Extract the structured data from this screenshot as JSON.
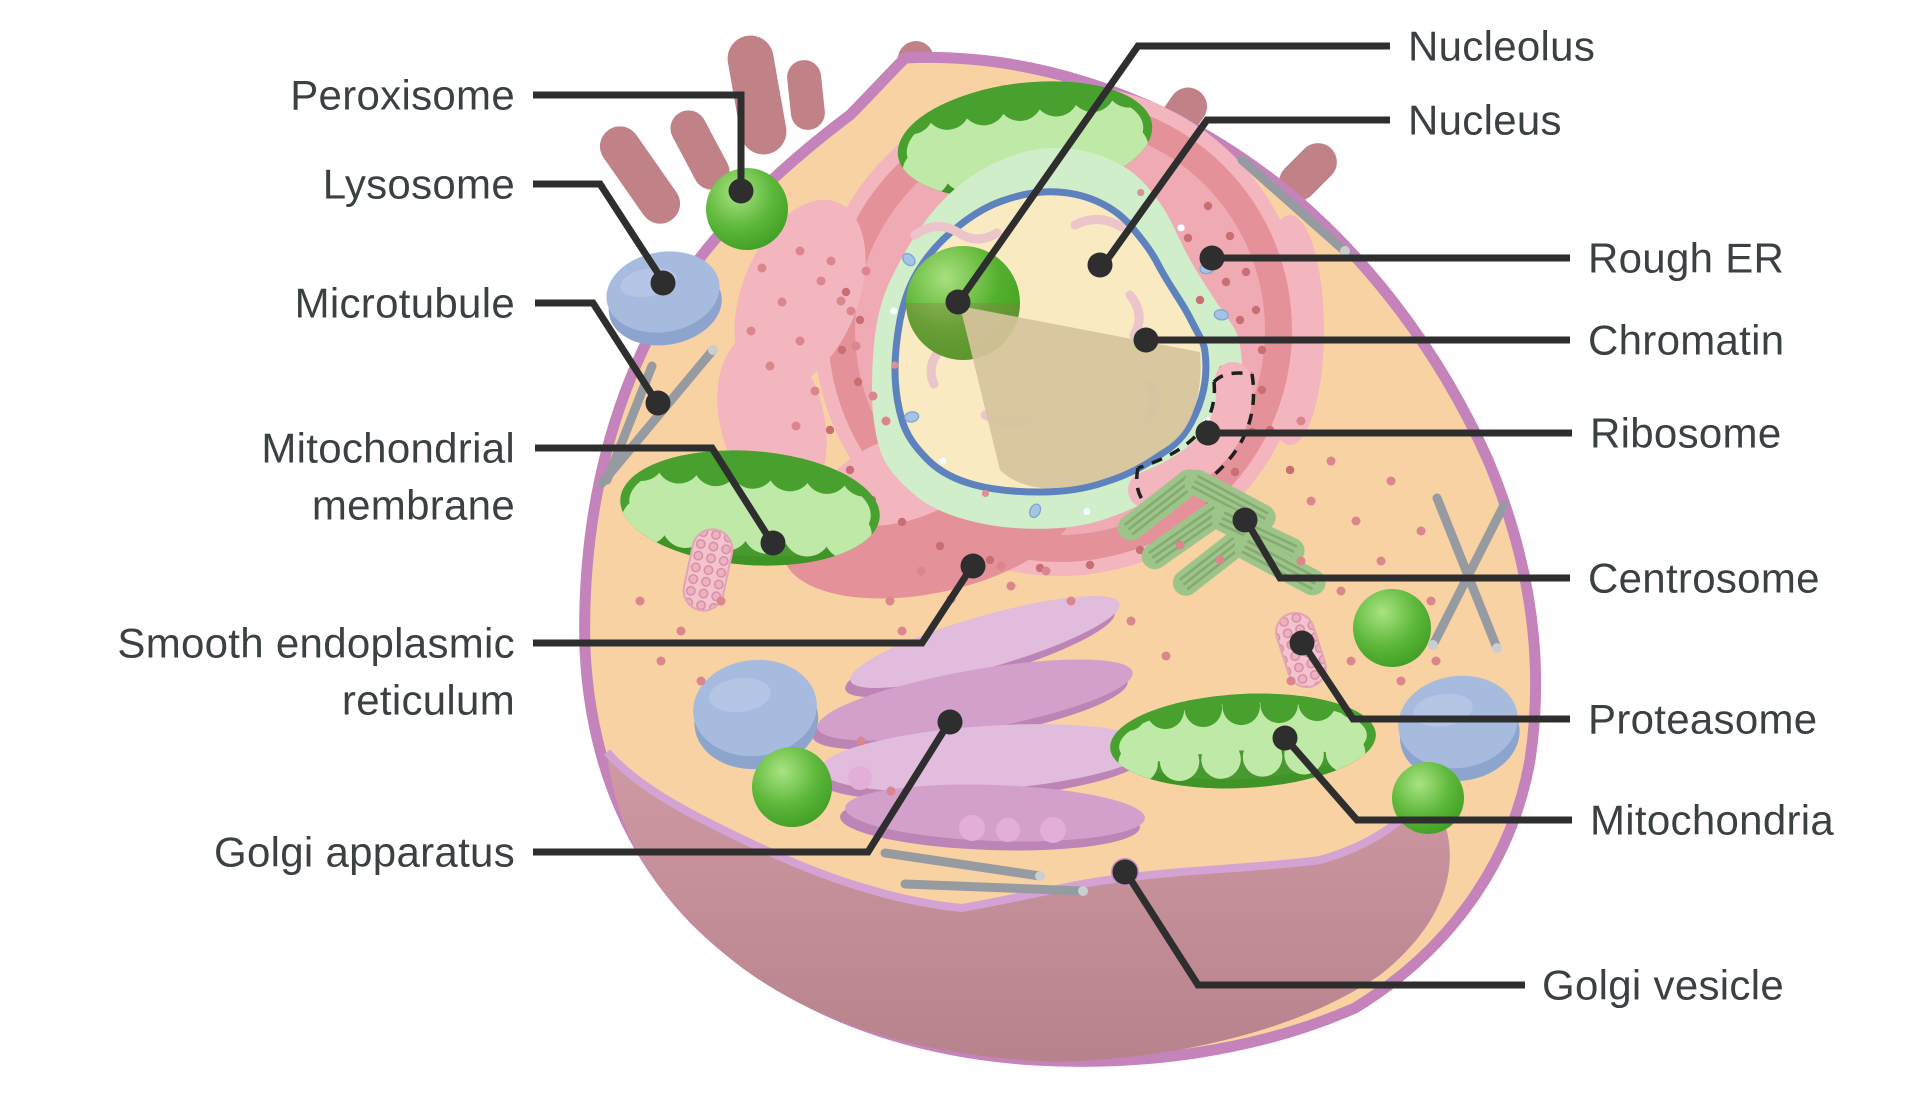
{
  "labels": {
    "left": [
      {
        "id": "peroxisome",
        "lines": [
          "Peroxisome"
        ]
      },
      {
        "id": "lysosome",
        "lines": [
          "Lysosome"
        ]
      },
      {
        "id": "microtubule",
        "lines": [
          "Microtubule"
        ]
      },
      {
        "id": "mitochondrial-membrane",
        "lines": [
          "Mitochondrial",
          "membrane"
        ]
      },
      {
        "id": "smooth-endoplasmic-reticulum",
        "lines": [
          "Smooth endoplasmic",
          "reticulum"
        ]
      },
      {
        "id": "golgi-apparatus",
        "lines": [
          "Golgi apparatus"
        ]
      }
    ],
    "right": [
      {
        "id": "nucleolus",
        "lines": [
          "Nucleolus"
        ]
      },
      {
        "id": "nucleus",
        "lines": [
          "Nucleus"
        ]
      },
      {
        "id": "rough-er",
        "lines": [
          "Rough ER"
        ]
      },
      {
        "id": "chromatin",
        "lines": [
          "Chromatin"
        ]
      },
      {
        "id": "ribosome",
        "lines": [
          "Ribosome"
        ]
      },
      {
        "id": "centrosome",
        "lines": [
          "Centrosome"
        ]
      },
      {
        "id": "proteasome",
        "lines": [
          "Proteasome"
        ]
      },
      {
        "id": "mitochondria",
        "lines": [
          "Mitochondria"
        ]
      },
      {
        "id": "golgi-vesicle",
        "lines": [
          "Golgi vesicle"
        ]
      }
    ]
  },
  "colors": {
    "labelText": "#3b4043",
    "pointer": "#2e2e2e",
    "cytoplasm": "#f8d2a2",
    "cytoplasmLight": "#fbe3bd",
    "membrane": "#c583bb",
    "cutFace": "#cb97a0",
    "cutFaceDark": "#b7828c",
    "cutEdge": "#d5a3d3",
    "villi": "#c08187",
    "mitoDark": "#48a12e",
    "mitoLight": "#bfe9a6",
    "mitoShadow": "#3f9127",
    "envelope": "#cfeec9",
    "nucleusRing": "#5d82bd",
    "nucleoplasm": "#f9eac2",
    "wedge": "#d6c39c",
    "nucleolusLight": "#a8e07f",
    "nucleolusMid": "#54b02c",
    "nucleolusDark": "#3f9e1f",
    "erDark": "#e5919a",
    "erLight": "#f0aab3",
    "erTongue": "#f3b6bf",
    "erDot": "#c96f74",
    "golgi": "#d3a0cc",
    "golgiDark": "#bd84b6",
    "golgiLight": "#e2bcdc",
    "vesicle": "#e3aed9",
    "vesicleRing": "#c48bc8",
    "lysosomeTop": "#a7bbdf",
    "lysosomeSide": "#8da4cf",
    "sphereLight": "#a9e381",
    "sphereMid": "#5cb73a",
    "sphereDark": "#3c9a21",
    "microtubule": "#959ba0",
    "microtubuleTip": "#c9ced1",
    "centrosome": "#9dc489",
    "centrosomeStripe": "#85ab73",
    "proteasome": "#f5c3cf",
    "proteasomeDot": "#d191a4",
    "cytoDot": "#da868c",
    "poreBlue": "#a3c4e6",
    "poreWhite": "#f6fbff",
    "porePink": "#d79396",
    "squiggle": "#ecc5ca"
  }
}
